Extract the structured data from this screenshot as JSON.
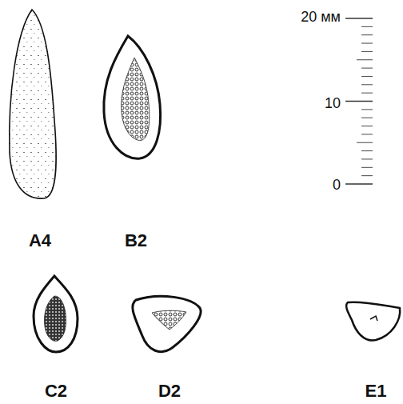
{
  "diagram": {
    "labels": [
      "A4",
      "B2",
      "C2",
      "D2",
      "E1",
      "20 мм",
      "10",
      "0"
    ]
  }
}
